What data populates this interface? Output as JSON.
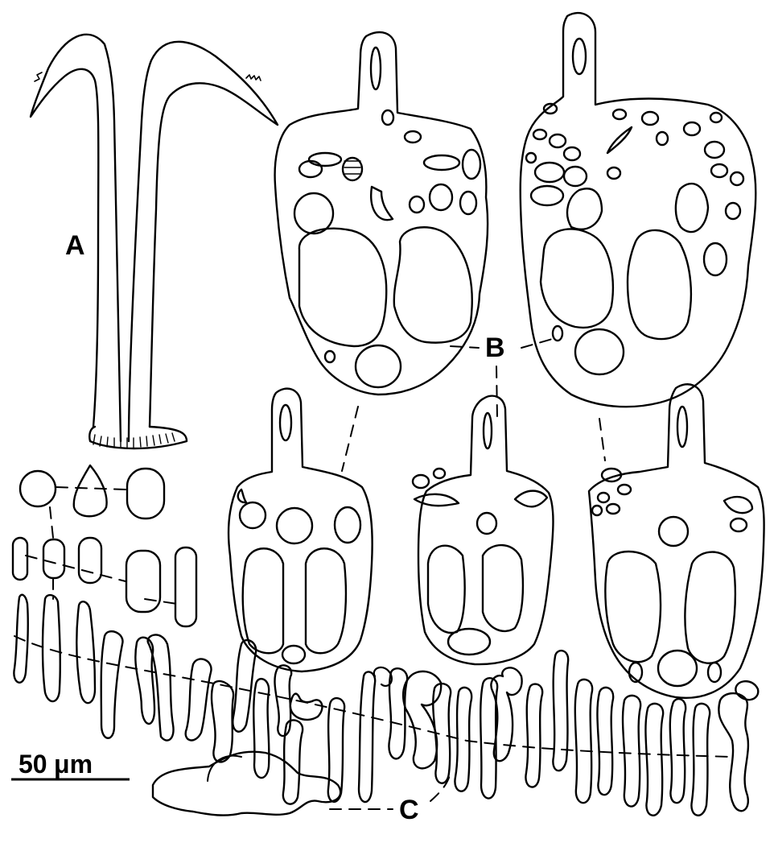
{
  "labels": {
    "a": "A",
    "b": "B",
    "c": "C"
  },
  "scale_bar": {
    "value": "50",
    "unit": "μm"
  }
}
